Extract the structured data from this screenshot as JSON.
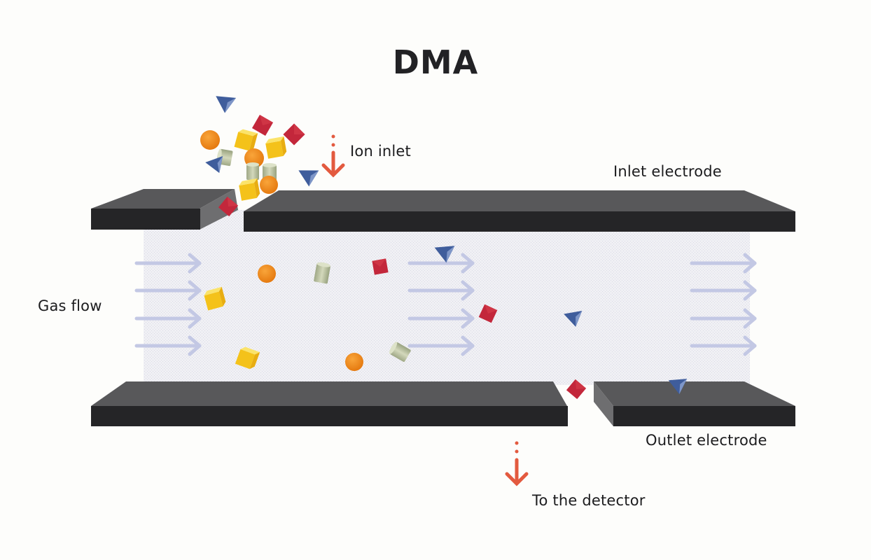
{
  "title": "DMA",
  "labels": {
    "ion_inlet": "Ion inlet",
    "inlet_electrode": "Inlet electrode",
    "gas_flow": "Gas flow",
    "outlet_electrode": "Outlet electrode",
    "to_detector": "To the detector"
  },
  "colors": {
    "electrode_top": "#58585a",
    "electrode_front": "#252527",
    "electrode_side": "#6e6e70",
    "chamber": "#ececf0",
    "flow_arrow": "#c3c8e4",
    "direction_arrow": "#e35a3f",
    "ion_orange": "#f08a1c",
    "ion_yellow": "#f5c419",
    "ion_red": "#c0263a",
    "ion_blue": "#4a6aa8",
    "ion_green": "#b5bf98"
  },
  "particles_legend": [
    "sphere",
    "cube",
    "cylinder",
    "diamond",
    "pyramid"
  ]
}
